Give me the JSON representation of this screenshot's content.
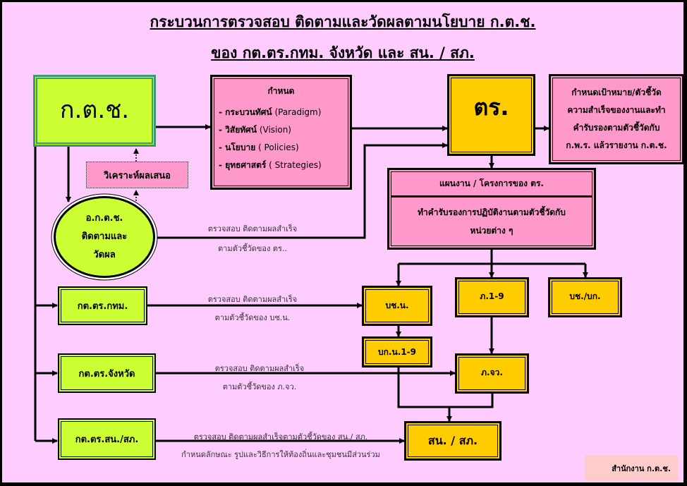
{
  "title": {
    "line1": "กระบวนการตรวจสอบ ติดตามและวัดผลตามนโยบาย ก.ต.ช.",
    "line2": "ของ กต.ตร.กทม. จังหวัด และ สน. / สภ."
  },
  "nodes": {
    "ktch": "ก.ต.ช.",
    "define": {
      "heading": "กำหนด",
      "items": [
        {
          "th": "- กระบวนทัศน์",
          "en": "(Paradigm)"
        },
        {
          "th": "- วิสัยทัศน์",
          "en": "(Vision)"
        },
        {
          "th": "- นโยบาย",
          "en": "( Policies)"
        },
        {
          "th": "- ยุทธศาสตร์",
          "en": "( Strategies)"
        }
      ]
    },
    "tr": "ตร.",
    "targets": [
      "กำหนดเป้าหมาย/ตัวชี้วัด",
      "ความสำเร็จของงานและทำ",
      "คำรับรองตามตัวชี้วัดกับ",
      "ก.พ.ร. แล้วรายงาน ก.ต.ช."
    ],
    "plan": {
      "header": "แผนงาน / โครงการของ ตร.",
      "body": [
        "ทำคำรับรองการปฏิบัติงานตามตัวชี้วัดกับ",
        "หน่วยต่าง ๆ"
      ]
    },
    "analyze": "วิเคราะห์ผลเสนอ",
    "aktch": [
      "อ.ก.ต.ช.",
      "ติดตามและ",
      "วัดผล"
    ],
    "kt_bkk": "กต.ตร.กทม.",
    "kt_prov": "กต.ตร.จังหวัด",
    "kt_station": "กต.ตร.สน./สภ.",
    "bcn": "บช.น.",
    "p19": "ภ.1-9",
    "bcbk": "บช./บก.",
    "bkn19": "บก.น.1-9",
    "pjw": "ภ.จว.",
    "station": "สน. / สภ."
  },
  "labels": {
    "tr_1": "ตรวจสอบ ติดตามผลสำเร็จ",
    "tr_2": "ตามตัวชี้วัดของ ตร..",
    "bkk_1": "ตรวจสอบ ติดตามผลสำเร็จ",
    "bkk_2": "ตามตัวชี้วัดของ บช.น.",
    "prov_1": "ตรวจสอบ ติดตามผลสำเร็จ",
    "prov_2": "ตามตัวชี้วัดของ ภ.จว.",
    "stn_1": "ตรวจสอบ ติดตามผลสำเร็จตามตัวชี้วัดของ สน./ สภ.",
    "stn_2": "กำหนดลักษณะ รูปและวิธีการให้ท้องถิ่นและชุมชนมีส่วนร่วม"
  },
  "footer": "สำนักงาน ก.ต.ช."
}
